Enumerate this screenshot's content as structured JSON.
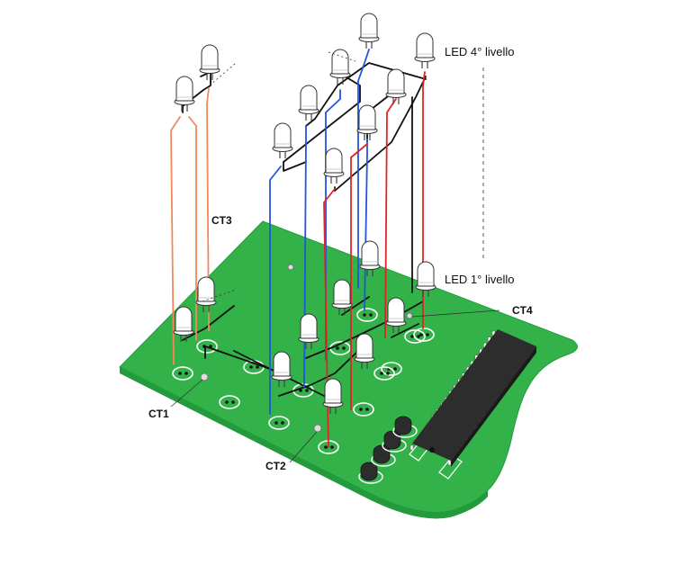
{
  "labels": {
    "level4": "LED 4° livello",
    "level1": "LED 1° livello",
    "ct1": "CT1",
    "ct2": "CT2",
    "ct3": "CT3",
    "ct4": "CT4"
  },
  "colors": {
    "board": "#33b24a",
    "board_edge": "#239a3b",
    "chip": "#2d2d2d",
    "wire_blue": "#2255dd",
    "wire_red": "#e02424",
    "wire_orange": "#f08a5a",
    "wire_black": "#111111",
    "led_body": "#ffffff"
  }
}
